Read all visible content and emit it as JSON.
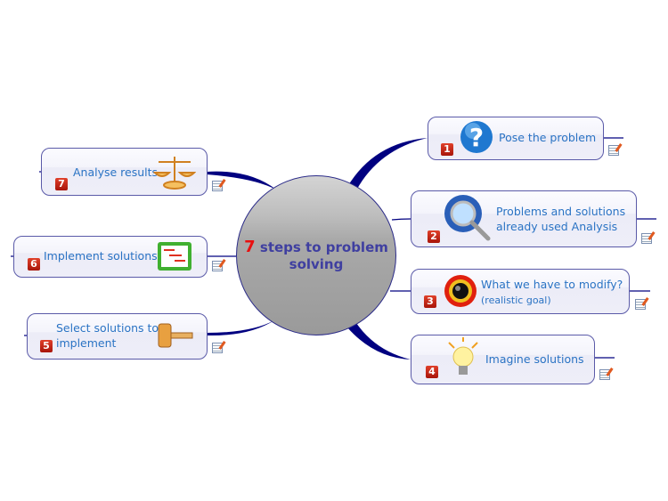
{
  "center": {
    "number": "7",
    "title": "steps to problem solving"
  },
  "nodes": [
    {
      "num": "1",
      "label": "Pose the problem",
      "icon": "question-icon"
    },
    {
      "num": "2",
      "label": "Problems and solutions",
      "label2": "already used Analysis",
      "icon": "magnifier-globe-icon"
    },
    {
      "num": "3",
      "label": "What we have to modify?",
      "sub": "(realistic goal)",
      "icon": "target-icon"
    },
    {
      "num": "4",
      "label": "Imagine solutions",
      "icon": "lightbulb-icon"
    },
    {
      "num": "5",
      "label": "Select solutions to",
      "label2": "implement",
      "icon": "gavel-icon"
    },
    {
      "num": "6",
      "label": "Implement solutions",
      "icon": "gantt-chart-icon"
    },
    {
      "num": "7",
      "label": "Analyse results",
      "icon": "scales-icon"
    }
  ],
  "colors": {
    "link": "#000080",
    "text": "#2a73c4",
    "badge": "#c0200f"
  }
}
